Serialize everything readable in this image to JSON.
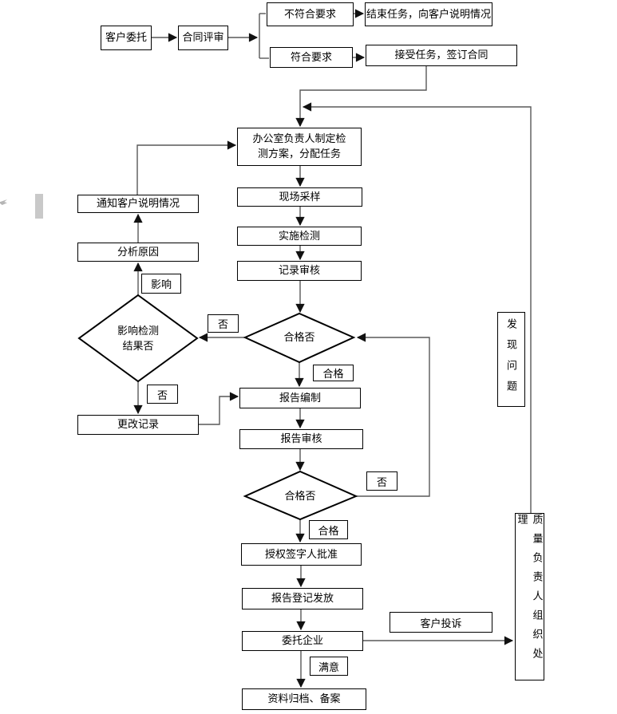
{
  "colors": {
    "background": "#ffffff",
    "box_border": "#000000",
    "connector": "#595959",
    "arrowhead": "#111111",
    "artifact_gray": "#c9c9c9"
  },
  "nodes": {
    "customer_commission": {
      "label": "客户委托"
    },
    "contract_review": {
      "label": "合同评审"
    },
    "not_meet_requirements": {
      "label": "不符合要求"
    },
    "end_task_explain": {
      "label": "结束任务，向客户说明情况"
    },
    "meet_requirements": {
      "label": "符合要求"
    },
    "accept_task_sign": {
      "label": "接受任务，签订合同"
    },
    "make_test_plan": {
      "line1": "办公室负责人制定检",
      "line2": "测方案，分配任务"
    },
    "site_sampling": {
      "label": "现场采样"
    },
    "implement_testing": {
      "label": "实施检测"
    },
    "record_review": {
      "label": "记录审核"
    },
    "notify_customer": {
      "label": "通知客户说明情况"
    },
    "analyze_cause": {
      "label": "分析原因"
    },
    "affect_result_decision": {
      "line1": "影响检测",
      "line2": "结果否"
    },
    "qualified_decision_1": {
      "label": "合格否"
    },
    "change_record": {
      "label": "更改记录"
    },
    "report_preparation": {
      "label": "报告编制"
    },
    "report_review": {
      "label": "报告审核"
    },
    "qualified_decision_2": {
      "label": "合格否"
    },
    "authorized_signatory_approval": {
      "label": "授权签字人批准"
    },
    "report_registration_issue": {
      "label": "报告登记发放"
    },
    "entrusting_enterprise": {
      "label": "委托企业"
    },
    "archive_filing": {
      "label": "资料归档、备案"
    },
    "found_problem": {
      "label": "发现问题"
    },
    "quality_manager_handle": {
      "label": "质量负责人组织处理"
    }
  },
  "edge_labels": {
    "affect": {
      "label": "影响"
    },
    "no_after_qualified_1": {
      "label": "否"
    },
    "no_below_affect": {
      "label": "否"
    },
    "qualified_1": {
      "label": "合格"
    },
    "no_after_qualified_2": {
      "label": "否"
    },
    "qualified_2": {
      "label": "合格"
    },
    "customer_complaint": {
      "label": "客户投诉"
    },
    "satisfied": {
      "label": "满意"
    }
  }
}
